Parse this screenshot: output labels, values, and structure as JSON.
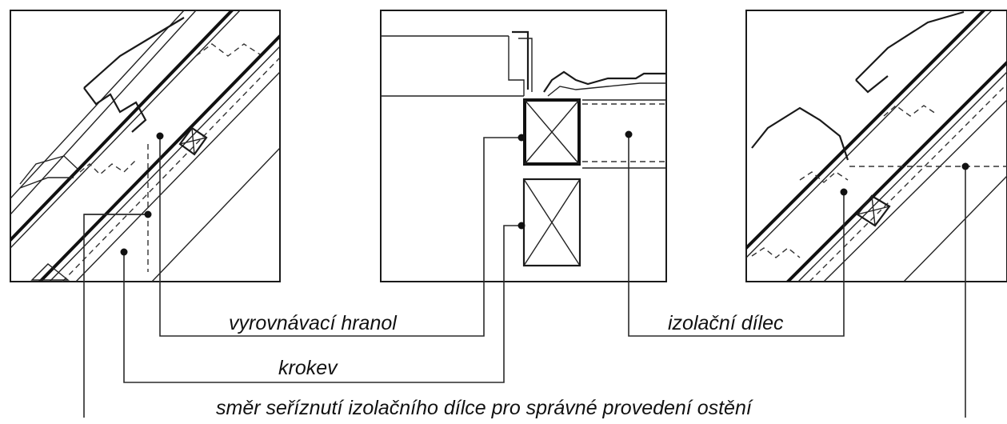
{
  "labels": {
    "balancing_prism": "vyrovnávací hranol",
    "rafter": "krokev",
    "insulation_panel": "izolační dílec",
    "cut_direction": "směr seříznutí izolačního dílce pro správné provedení ostění"
  }
}
